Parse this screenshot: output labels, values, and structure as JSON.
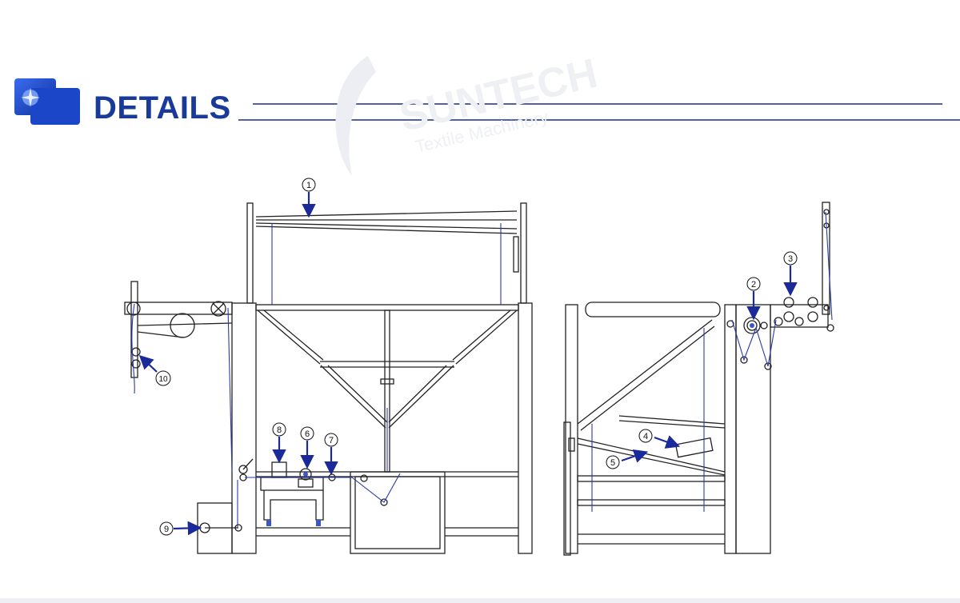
{
  "header": {
    "title": "DETAILS",
    "icon": "fabric-roll-logo-icon",
    "accent_color": "#1a3a9a"
  },
  "watermark": {
    "brand": "SUNTECH",
    "tagline": "Textile Machinery"
  },
  "callouts": [
    {
      "number": "1"
    },
    {
      "number": "2"
    },
    {
      "number": "3"
    },
    {
      "number": "4"
    },
    {
      "number": "5"
    },
    {
      "number": "6"
    },
    {
      "number": "7"
    },
    {
      "number": "8"
    },
    {
      "number": "9"
    },
    {
      "number": "10"
    }
  ]
}
